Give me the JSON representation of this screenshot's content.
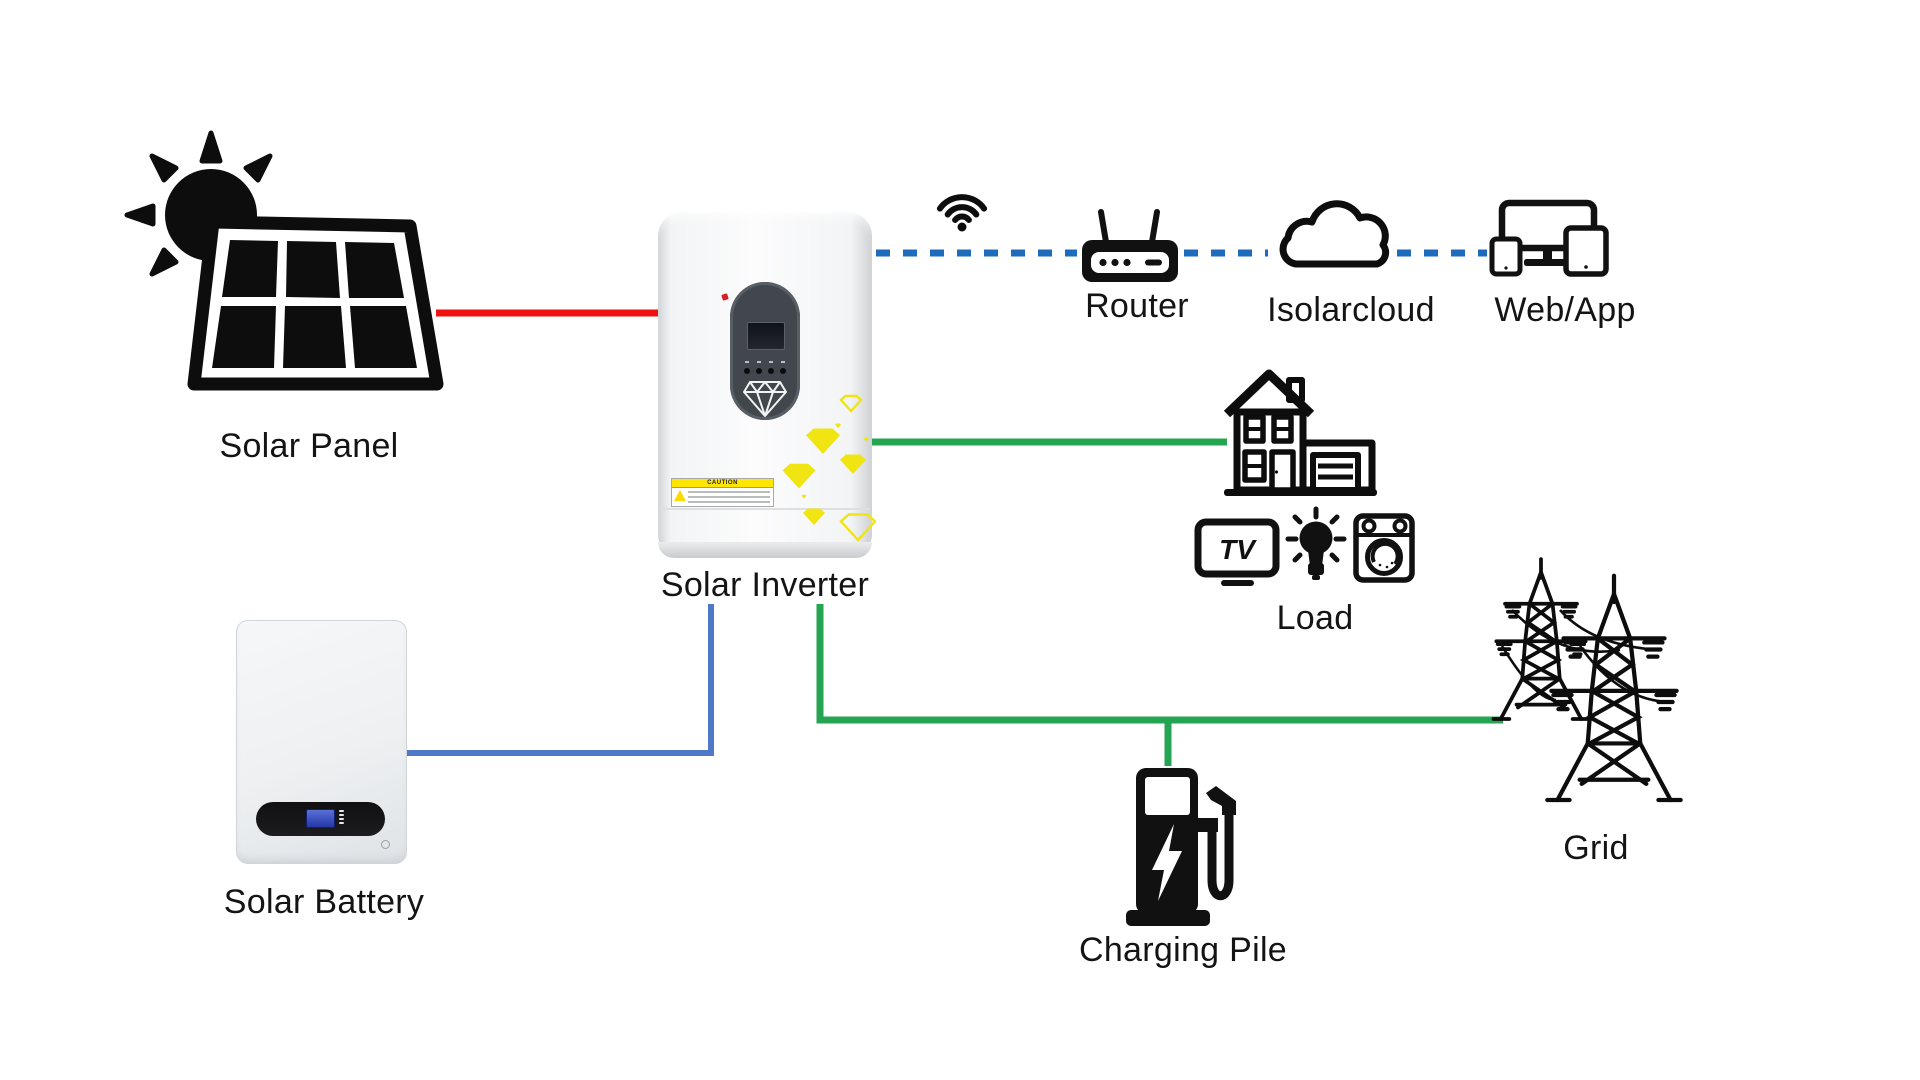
{
  "labels": {
    "solar_panel": "Solar Panel",
    "solar_inverter": "Solar Inverter",
    "solar_battery": "Solar Battery",
    "router": "Router",
    "isolarcloud": "Isolarcloud",
    "web_app": "Web/App",
    "load": "Load",
    "grid": "Grid",
    "charging_pile": "Charging Pile"
  },
  "load_icons": {
    "tv_text": "TV"
  },
  "inverter": {
    "caution_text": "CAUTION"
  },
  "icons": {
    "sun-icon": "black sun disc with teardrop rays",
    "solar-panel-icon": "black tilted 2x3 cell PV module",
    "wifi-icon": "three arcs + dot",
    "router-icon": "black router box, two antennas, 3 dots + dash",
    "cloud-icon": "outlined cloud",
    "web-app-icon": "monitor + smartphone + tablet outlines",
    "house-icon": "outlined two-story house with garage",
    "tv-icon": "outlined TV screen with TV text",
    "bulb-icon": "filled light bulb with rays",
    "washing-machine-icon": "outlined washer with drum",
    "grid-towers-icon": "two lattice transmission towers with wires",
    "charging-pile-icon": "black EV charger with bolt and hose"
  },
  "colors": {
    "pv_line": "#ee1111",
    "comm_line": "#1d6cbc",
    "battery_line": "#4e79c9",
    "ac_line": "#25a552",
    "icon_black": "#0d0d0d",
    "gem_yellow": "#f0e412",
    "caution_yellow": "#ffe600"
  },
  "connections": [
    {
      "from": "Solar Panel",
      "to": "Solar Inverter",
      "style": "solid",
      "color": "red"
    },
    {
      "from": "Solar Inverter",
      "to": "Router",
      "style": "dashed",
      "color": "blue"
    },
    {
      "from": "Router",
      "to": "Isolarcloud",
      "style": "dashed",
      "color": "blue"
    },
    {
      "from": "Isolarcloud",
      "to": "Web/App",
      "style": "dashed",
      "color": "blue"
    },
    {
      "from": "Solar Inverter",
      "to": "Load",
      "style": "solid",
      "color": "green"
    },
    {
      "from": "Solar Inverter",
      "to": "Grid",
      "style": "solid",
      "color": "green"
    },
    {
      "from": "Solar Inverter",
      "to": "Charging Pile",
      "style": "solid",
      "color": "green"
    },
    {
      "from": "Solar Inverter",
      "to": "Solar Battery",
      "style": "solid",
      "color": "blue"
    }
  ]
}
